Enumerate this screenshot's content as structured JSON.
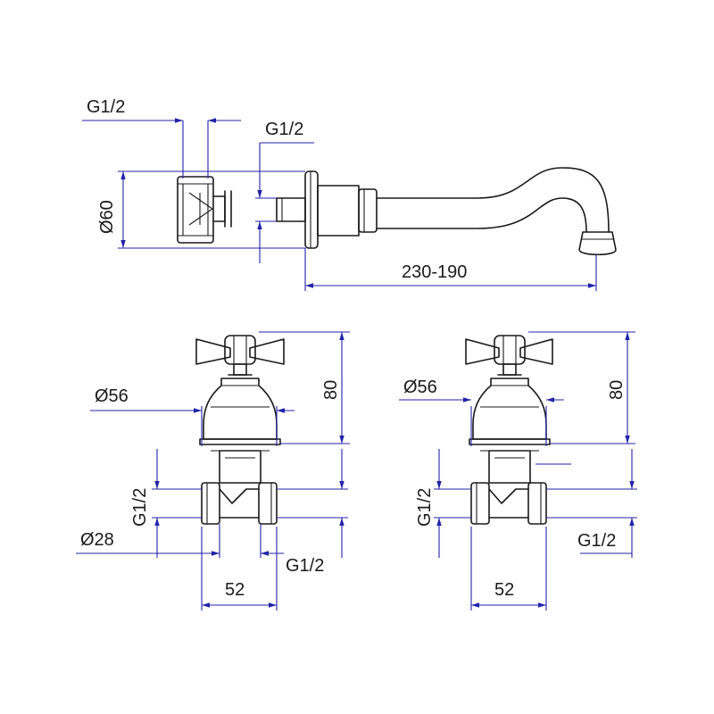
{
  "spout_view": {
    "g12_top_left": "G1/2",
    "g12_top_right": "G1/2",
    "dia60": "Ø60",
    "length": "230-190"
  },
  "left_valve": {
    "dia56": "Ø56",
    "height": "80",
    "g12_side": "G1/2",
    "dia28": "Ø28",
    "g12_bottom": "G1/2",
    "width": "52"
  },
  "right_valve": {
    "dia56": "Ø56",
    "height": "80",
    "g12_side": "G1/2",
    "g12_bottom": "G1/2",
    "width": "52"
  }
}
